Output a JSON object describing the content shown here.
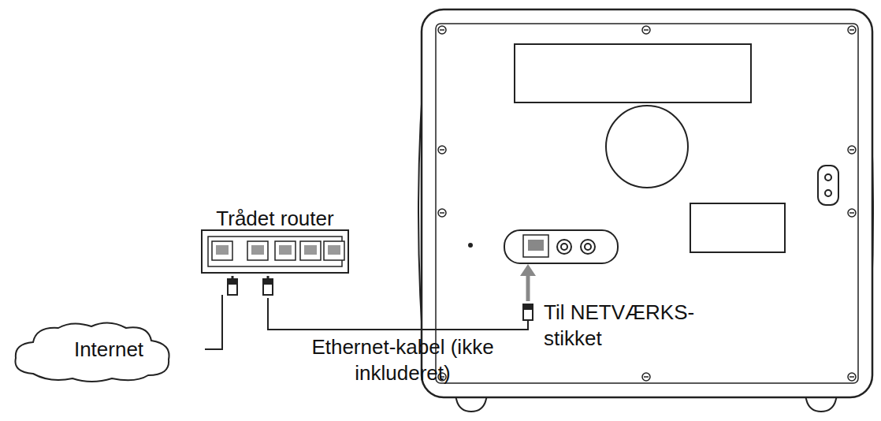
{
  "diagram": {
    "nodes": [
      {
        "text": [
          "Internet"
        ]
      },
      {
        "text": [
          "Trådet router"
        ]
      }
    ],
    "edges": [
      {
        "from": 0,
        "to": 1,
        "arrow": "none"
      }
    ],
    "labels": [
      "Til NETVÆRKS- stikket",
      "Ethernet-kabel (ikke inkluderet)"
    ]
  }
}
